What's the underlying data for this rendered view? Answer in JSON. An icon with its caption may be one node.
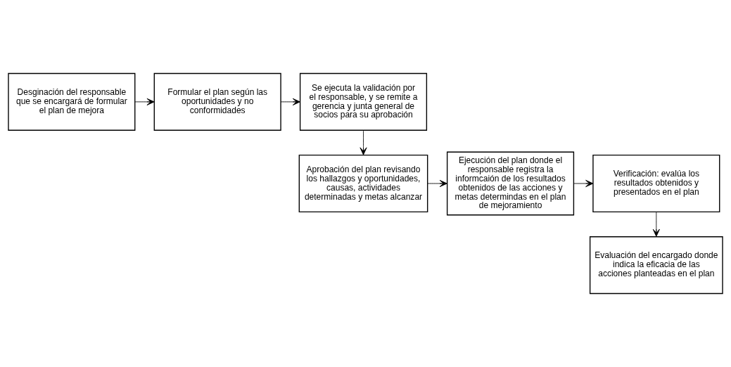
{
  "diagram": {
    "nodes": [
      {
        "text": [
          "Desginación del responsable que se encargará de formular el plan de mejora"
        ]
      },
      {
        "text": [
          "Formular el plan según las oportunidades y no conformidades"
        ]
      },
      {
        "text": [
          "Se ejecuta la validación por el responsable, y se remite a gerencia y junta general de socios para su aprobación"
        ]
      },
      {
        "text": [
          "Aprobación del plan revisando los hallazgos y oportunidades, causas, actividades determinadas y metas alcanzar"
        ]
      },
      {
        "text": [
          "Ejecución del plan donde el responsable registra la informcaión de los resultados obtenidos de las acciones y metas determindas en el plan de mejoramiento"
        ]
      },
      {
        "text": [
          "Verificación: evalúa los resultados obtenidos y presentados en el plan"
        ]
      },
      {
        "text": [
          "Evaluación del encargado donde indica la eficacia de las acciones planteadas en el plan"
        ]
      }
    ],
    "edges": [
      {
        "from": 0,
        "to": 1,
        "arrow": "to"
      },
      {
        "from": 1,
        "to": 2,
        "arrow": "to"
      },
      {
        "from": 2,
        "to": 3,
        "arrow": "to"
      },
      {
        "from": 3,
        "to": 4,
        "arrow": "to"
      },
      {
        "from": 4,
        "to": 5,
        "arrow": "to"
      },
      {
        "from": 5,
        "to": 6,
        "arrow": "to"
      }
    ]
  }
}
